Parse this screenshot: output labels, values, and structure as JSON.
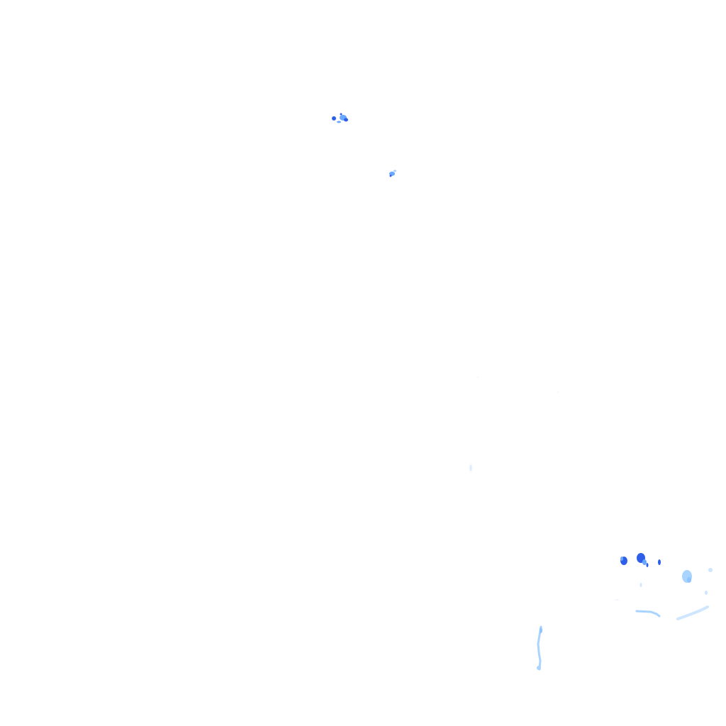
{
  "map": {
    "background_color": "#ffffff",
    "layer_type": "precipitation-radar-overlay",
    "intensity_colors": {
      "light": "#a8d4ff",
      "moderate": "#6aa8ff",
      "heavy": "#2f5fe8"
    },
    "echoes": [
      {
        "id": "echo-north-cluster",
        "intensity": "heavy"
      },
      {
        "id": "echo-north-small",
        "intensity": "moderate"
      },
      {
        "id": "echo-center-trace",
        "intensity": "light"
      },
      {
        "id": "echo-southeast-cluster",
        "intensity": "heavy"
      },
      {
        "id": "echo-southeast-arc",
        "intensity": "light"
      },
      {
        "id": "echo-south-line",
        "intensity": "light"
      }
    ]
  }
}
